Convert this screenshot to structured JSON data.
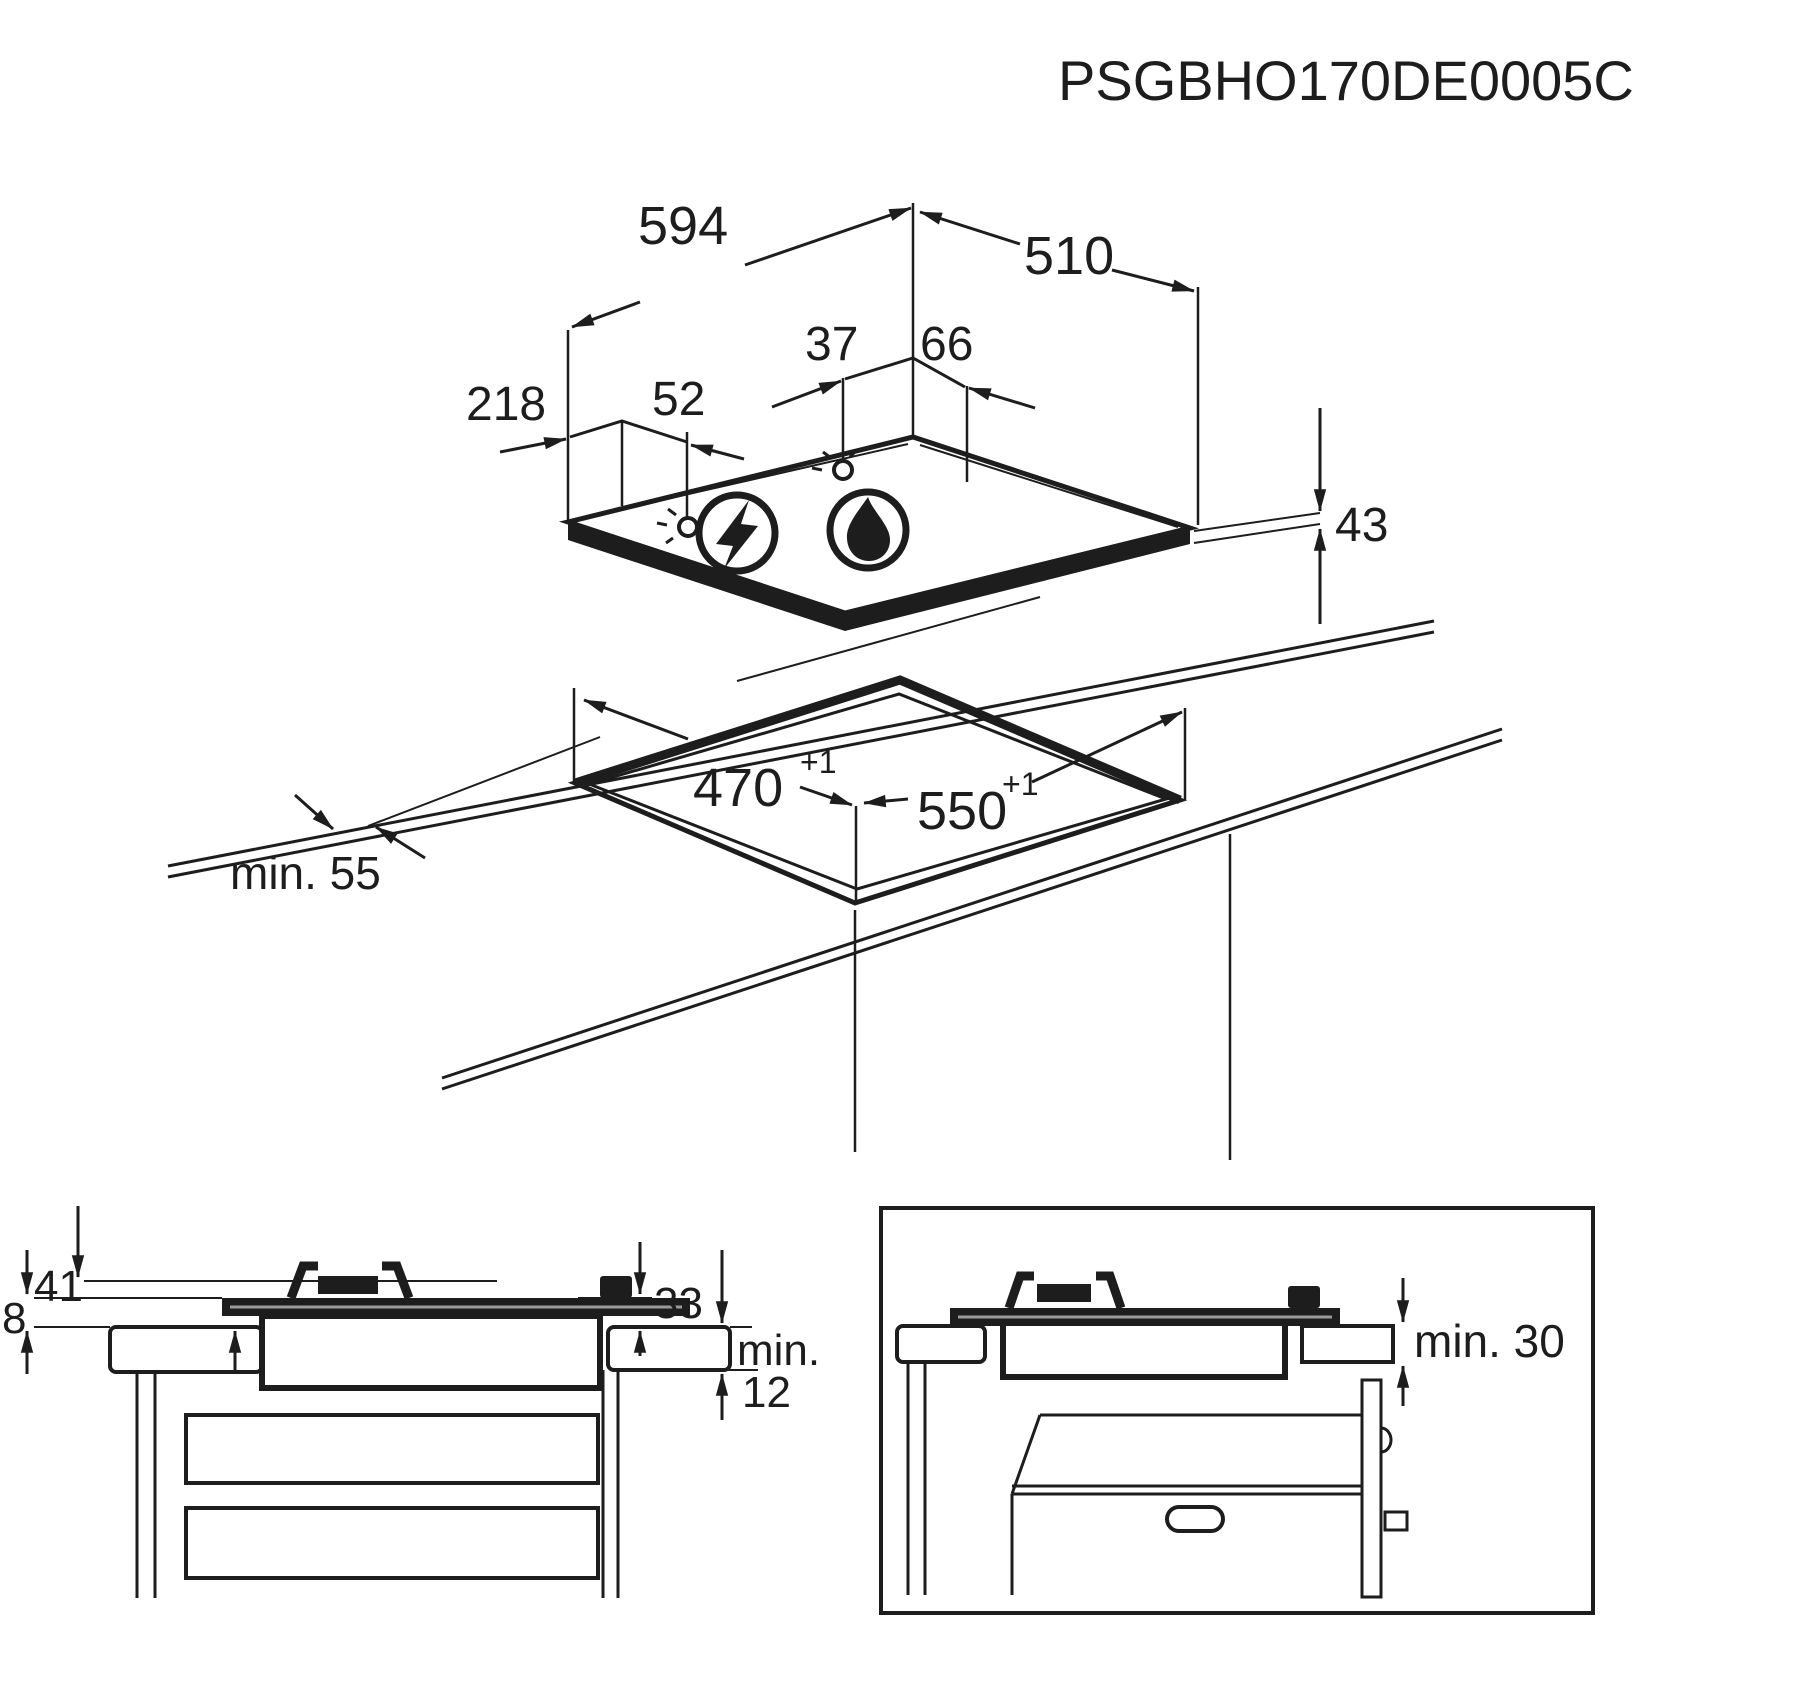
{
  "drawing_code": "PSGBHO170DE0005C",
  "colors": {
    "ink": "#1d1d1d",
    "background": "#ffffff",
    "glass_stripe": "#9a9a9a"
  },
  "isometric_view": {
    "hob_width": "594",
    "hob_depth": "510",
    "burner_offset_a": "37",
    "burner_offset_b": "66",
    "edge_offset": "218",
    "ignition_offset": "52",
    "hob_height": "43"
  },
  "cutout_view": {
    "cutout_depth": "470",
    "cutout_depth_tolerance": "+1",
    "cutout_width": "550",
    "cutout_width_tolerance": "+1",
    "edge_clearance": "min. 55"
  },
  "section_view_left": {
    "grate_height": "41",
    "glass_overhang": "8",
    "build_in_depth": "33",
    "clearance_label": "min.",
    "clearance_value": "12"
  },
  "section_view_right": {
    "worktop_thickness": "min. 30"
  },
  "icons": {
    "left_burner": "lightning-icon",
    "right_burner": "flame-icon"
  }
}
